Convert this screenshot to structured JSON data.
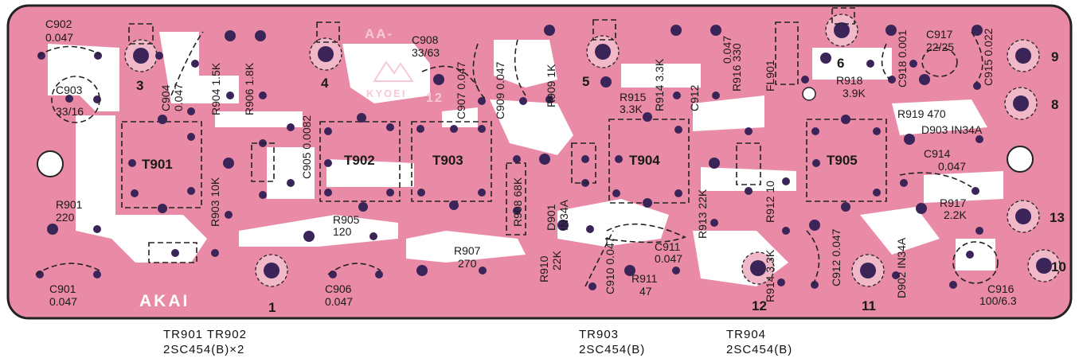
{
  "board": {
    "colors": {
      "copper": "#e98aa6",
      "trace": "#ffffff",
      "pad": "#3a2458",
      "outline": "#222222"
    },
    "brand": "AKAI",
    "part_code": "AA-",
    "maker_logo": "KYOEI",
    "logo_number": "12",
    "transformers": [
      "T901",
      "T902",
      "T903",
      "T904",
      "T905"
    ],
    "terminals": [
      "3",
      "4",
      "5",
      "6",
      "9",
      "8",
      "13",
      "10",
      "11",
      "12",
      "1"
    ],
    "components": {
      "C902": "C902",
      "C902_v": "0.047",
      "C903": "C903",
      "C903_v": "33/16",
      "C904": "C904",
      "C904_v": "0.047",
      "R904": "R904 1.5K",
      "R906": "R906 1.8K",
      "C905": "C905 0.0082",
      "C908": "C908",
      "C908_v": "33/63",
      "C907": "C907 0.047",
      "C909": "C909 0.047",
      "R909": "R909 1K",
      "R915": "R915",
      "R915_v": "3.3K",
      "R914a": "R914 3.3K",
      "C912a": "C912",
      "C912a_v": "0.047",
      "R916": "R916 330",
      "FL901": "FL901",
      "R918": "R918",
      "R918_v": "3.9K",
      "C917": "C917",
      "C917_v": "22/25",
      "C918": "C918 0.001",
      "C915": "C915 0.022",
      "R919": "R919 470",
      "D903": "D903 IN34A",
      "C914": "C914",
      "C914_v": "0.047",
      "R917": "R917",
      "R917_v": "2.2K",
      "C916": "C916",
      "C916_v": "100/6.3",
      "D902": "D902 IN34A",
      "C912b": "C912 0.047",
      "R914b": "R914 3.3K",
      "R912": "R912 10",
      "R913": "R913 22K",
      "C911": "C911",
      "C911_v": "0.047",
      "R911": "R911",
      "R911_v": "47",
      "C910": "C910 0.047",
      "R910": "R910",
      "R910_v": "22K",
      "D901": "D901",
      "D901_v": "IN34A",
      "R908": "R908 68K",
      "R907": "R907",
      "R907_v": "270",
      "R905": "R905",
      "R905_v": "120",
      "C906": "C906",
      "C906_v": "0.047",
      "R903": "R903 10K",
      "R901": "R901",
      "R901_v": "220",
      "C901": "C901",
      "C901_v": "0.047"
    }
  },
  "footer": {
    "group1_line1": "TR901 TR902",
    "group1_line2": "2SC454(B)×2",
    "group2_line1": "TR903",
    "group2_line2": "2SC454(B)",
    "group3_line1": "TR904",
    "group3_line2": "2SC454(B)"
  }
}
